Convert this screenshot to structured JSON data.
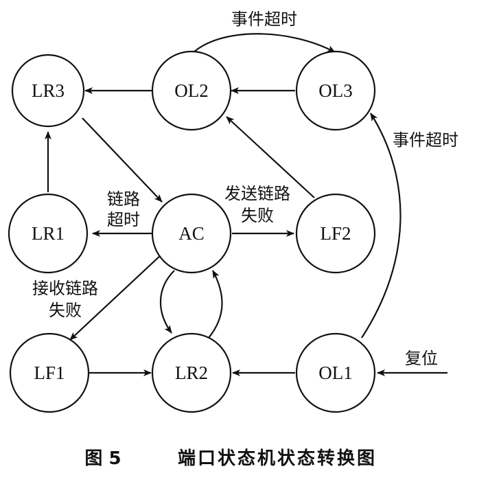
{
  "diagram": {
    "nodes": {
      "LR3": "LR3",
      "OL2": "OL2",
      "OL3": "OL3",
      "LR1": "LR1",
      "AC": "AC",
      "LF2": "LF2",
      "LF1": "LF1",
      "LR2": "LR2",
      "OL1": "OL1"
    },
    "edge_labels": {
      "ol2_ol3_timeout": "事件超时",
      "ol1_ol3_timeout": "事件超时",
      "ac_lr1_line1": "链路",
      "ac_lr1_line2": "超时",
      "ac_lf2_line1": "发送链路",
      "ac_lf2_line2": "失败",
      "ac_lf1_line1": "接收链路",
      "ac_lf1_line2": "失败",
      "reset": "复位"
    },
    "caption": {
      "figure_number": "图 5",
      "title": "端口状态机状态转换图"
    }
  }
}
